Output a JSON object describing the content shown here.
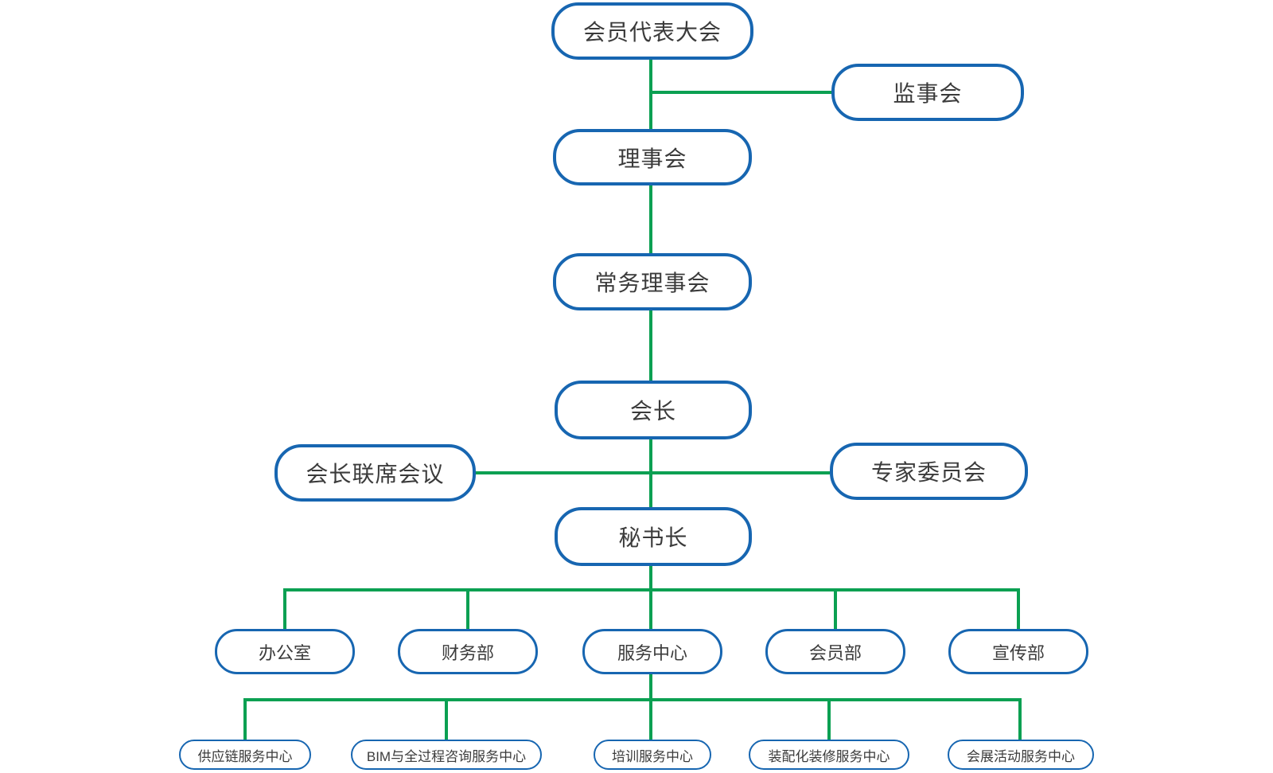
{
  "diagram": {
    "type": "org-chart",
    "colors": {
      "node_border_blue": "#1766B1",
      "connector_green": "#0BA052",
      "text": "#3B3B3B",
      "background": "#FFFFFF"
    },
    "nodes": {
      "members_assembly": {
        "label": "会员代表大会"
      },
      "supervisory_board": {
        "label": "监事会"
      },
      "council": {
        "label": "理事会"
      },
      "standing_council": {
        "label": "常务理事会"
      },
      "president": {
        "label": "会长"
      },
      "presidents_joint_meeting": {
        "label": "会长联席会议"
      },
      "expert_committee": {
        "label": "专家委员会"
      },
      "secretary_general": {
        "label": "秘书长"
      },
      "office": {
        "label": "办公室"
      },
      "finance_dept": {
        "label": "财务部"
      },
      "service_center": {
        "label": "服务中心"
      },
      "membership_dept": {
        "label": "会员部"
      },
      "publicity_dept": {
        "label": "宣传部"
      },
      "supply_chain_center": {
        "label": "供应链服务中心"
      },
      "bim_center": {
        "label": "BIM与全过程咨询服务中心"
      },
      "training_center": {
        "label": "培训服务中心"
      },
      "prefab_decoration_center": {
        "label": "装配化装修服务中心"
      },
      "exhibition_center": {
        "label": "会展活动服务中心"
      }
    },
    "edges": [
      {
        "from": "members_assembly",
        "to": "supervisory_board"
      },
      {
        "from": "members_assembly",
        "to": "council"
      },
      {
        "from": "council",
        "to": "standing_council"
      },
      {
        "from": "standing_council",
        "to": "president"
      },
      {
        "from": "president",
        "to": "presidents_joint_meeting"
      },
      {
        "from": "president",
        "to": "expert_committee"
      },
      {
        "from": "president",
        "to": "secretary_general"
      },
      {
        "from": "secretary_general",
        "to": "office"
      },
      {
        "from": "secretary_general",
        "to": "finance_dept"
      },
      {
        "from": "secretary_general",
        "to": "service_center"
      },
      {
        "from": "secretary_general",
        "to": "membership_dept"
      },
      {
        "from": "secretary_general",
        "to": "publicity_dept"
      },
      {
        "from": "service_center",
        "to": "supply_chain_center"
      },
      {
        "from": "service_center",
        "to": "bim_center"
      },
      {
        "from": "service_center",
        "to": "training_center"
      },
      {
        "from": "service_center",
        "to": "prefab_decoration_center"
      },
      {
        "from": "service_center",
        "to": "exhibition_center"
      }
    ]
  }
}
